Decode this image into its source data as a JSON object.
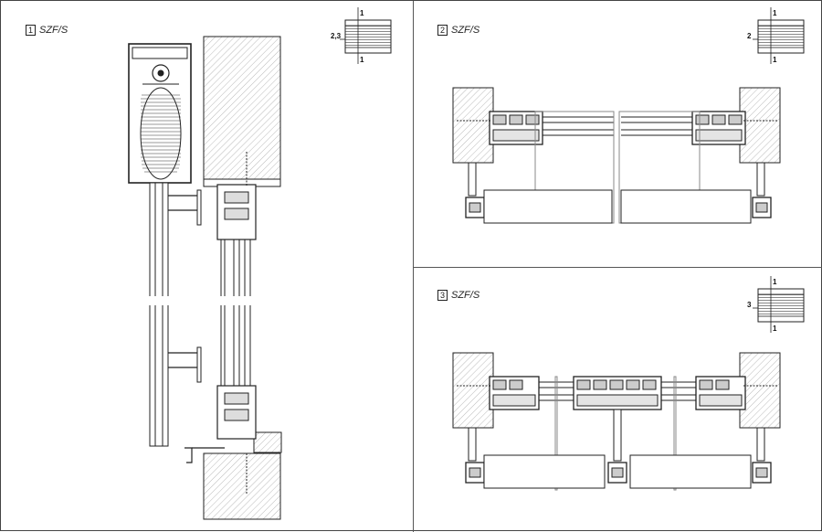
{
  "panels": [
    {
      "number": "1",
      "code": "SZF/S",
      "key_top": "1",
      "key_side": "2,3",
      "key_bottom": "1"
    },
    {
      "number": "2",
      "code": "SZF/S",
      "key_top": "1",
      "key_side": "2",
      "key_bottom": "1"
    },
    {
      "number": "3",
      "code": "SZF/S",
      "key_top": "1",
      "key_side": "3",
      "key_bottom": "1"
    }
  ],
  "colors": {
    "line": "#222222",
    "hatch": "#9a9a9a",
    "wall_fill": "#ececec",
    "divider": "#555555"
  }
}
